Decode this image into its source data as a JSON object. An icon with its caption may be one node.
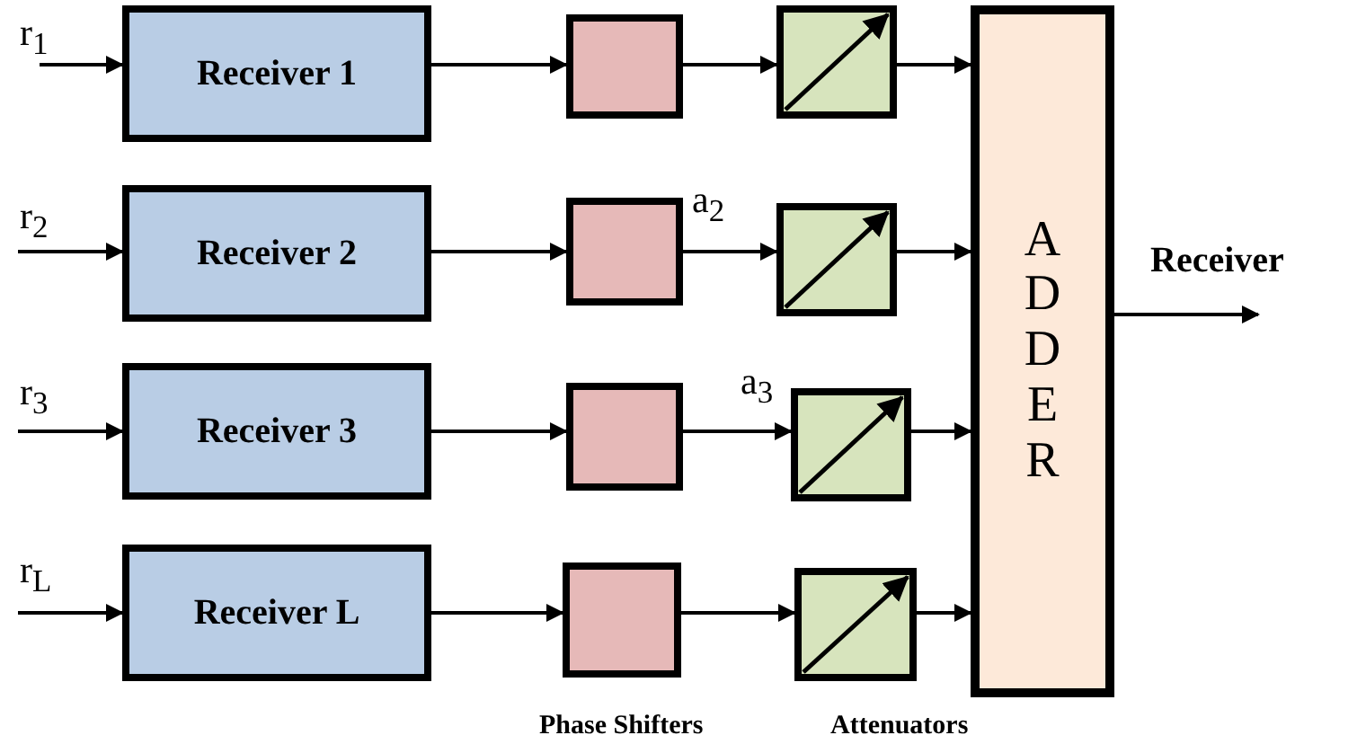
{
  "diagram": {
    "nodes": [
      {
        "text": [
          "Receiver 1"
        ]
      },
      {
        "text": [
          "Receiver 2"
        ]
      },
      {
        "text": [
          "Receiver 3"
        ]
      },
      {
        "text": [
          "Receiver L"
        ]
      },
      {
        "text": [],
        "shape": "box"
      },
      {
        "text": [],
        "shape": "box"
      },
      {
        "text": [],
        "shape": "box"
      },
      {
        "text": [],
        "shape": "box"
      },
      {
        "text": [],
        "shape": "box"
      },
      {
        "text": [],
        "shape": "box"
      },
      {
        "text": [],
        "shape": "box"
      },
      {
        "text": [],
        "shape": "box"
      },
      {
        "text": [
          "ADDER"
        ]
      }
    ],
    "edges": [
      {
        "from": null,
        "to": 0,
        "arrow": "to",
        "label": "r$_{1}$"
      },
      {
        "from": null,
        "to": 1,
        "arrow": "to",
        "label": "r$_{2}$"
      },
      {
        "from": null,
        "to": 2,
        "arrow": "to",
        "label": "r$_{3}$"
      },
      {
        "from": null,
        "to": 3,
        "arrow": "to",
        "label": "r$_{L}$"
      },
      {
        "from": 0,
        "to": 4,
        "arrow": "to"
      },
      {
        "from": 1,
        "to": 5,
        "arrow": "to"
      },
      {
        "from": 2,
        "to": 6,
        "arrow": "to"
      },
      {
        "from": 3,
        "to": 7,
        "arrow": "to"
      },
      {
        "from": 4,
        "to": 8,
        "arrow": "to"
      },
      {
        "from": 5,
        "to": 9,
        "arrow": "to",
        "label": "a$_{2}$"
      },
      {
        "from": 6,
        "to": 10,
        "arrow": "to",
        "label": "a$_{3}$"
      },
      {
        "from": 7,
        "to": 11,
        "arrow": "to"
      },
      {
        "from": 8,
        "to": 12,
        "arrow": "to"
      },
      {
        "from": 9,
        "to": 12,
        "arrow": "to"
      },
      {
        "from": 10,
        "to": 12,
        "arrow": "to"
      },
      {
        "from": 11,
        "to": 12,
        "arrow": "to"
      },
      {
        "from": 12,
        "to": null,
        "arrow": "to",
        "label": "Receiver"
      }
    ],
    "labels": [
      "Phase Shifters",
      "Attenuators"
    ]
  }
}
